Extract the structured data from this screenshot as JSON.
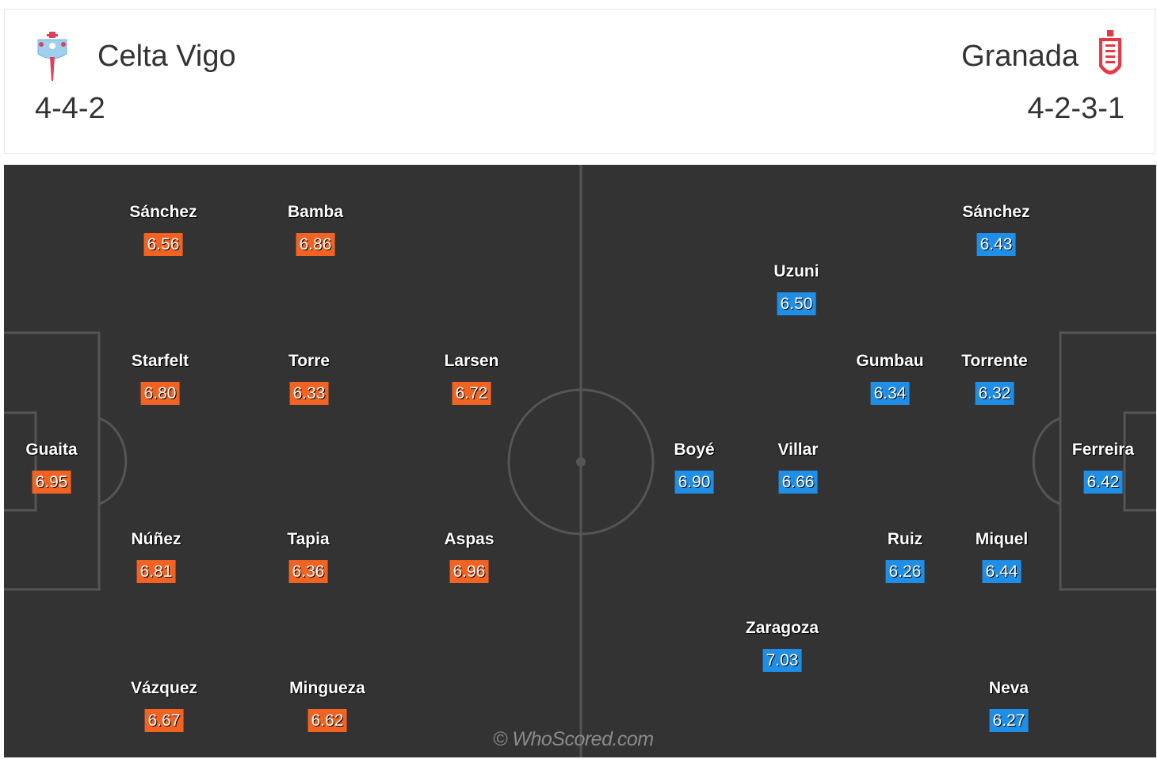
{
  "colors": {
    "home_rating": "#f26322",
    "away_rating": "#1e8ee6",
    "pitch": "#333333",
    "lines": "#555555"
  },
  "home": {
    "name": "Celta Vigo",
    "formation": "4-4-2",
    "crest_icon": "celta-crest-icon",
    "players": [
      {
        "name": "Sánchez",
        "rating": "6.56"
      },
      {
        "name": "Bamba",
        "rating": "6.86"
      },
      {
        "name": "Starfelt",
        "rating": "6.80"
      },
      {
        "name": "Torre",
        "rating": "6.33"
      },
      {
        "name": "Larsen",
        "rating": "6.72"
      },
      {
        "name": "Guaita",
        "rating": "6.95"
      },
      {
        "name": "Núñez",
        "rating": "6.81"
      },
      {
        "name": "Tapia",
        "rating": "6.36"
      },
      {
        "name": "Aspas",
        "rating": "6.96"
      },
      {
        "name": "Vázquez",
        "rating": "6.67"
      },
      {
        "name": "Mingueza",
        "rating": "6.62"
      }
    ]
  },
  "away": {
    "name": "Granada",
    "formation": "4-2-3-1",
    "crest_icon": "granada-crest-icon",
    "players": [
      {
        "name": "Sánchez",
        "rating": "6.43"
      },
      {
        "name": "Uzuni",
        "rating": "6.50"
      },
      {
        "name": "Gumbau",
        "rating": "6.34"
      },
      {
        "name": "Torrente",
        "rating": "6.32"
      },
      {
        "name": "Boyé",
        "rating": "6.90"
      },
      {
        "name": "Villar",
        "rating": "6.66"
      },
      {
        "name": "Ferreira",
        "rating": "6.42"
      },
      {
        "name": "Ruiz",
        "rating": "6.26"
      },
      {
        "name": "Miquel",
        "rating": "6.44"
      },
      {
        "name": "Zaragoza",
        "rating": "7.03"
      },
      {
        "name": "Neva",
        "rating": "6.27"
      }
    ]
  },
  "watermark": "© WhoScored.com"
}
